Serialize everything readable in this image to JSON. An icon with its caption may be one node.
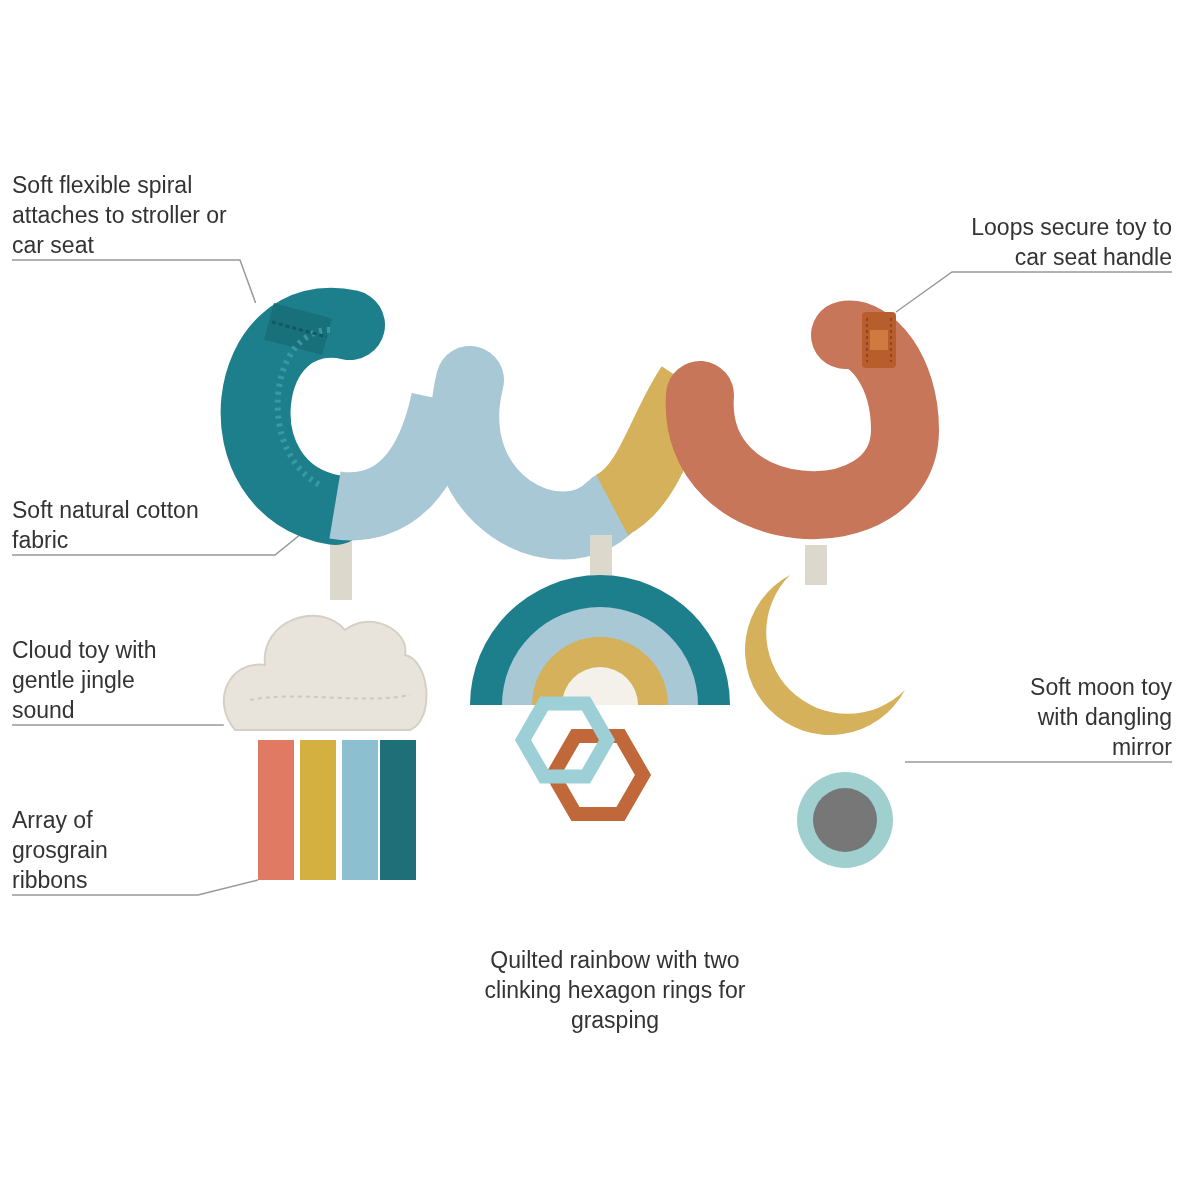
{
  "diagram": {
    "nodes": [
      {
        "text": [
          "Soft flexible spiral attaches to stroller or car seat"
        ]
      },
      {
        "text": [],
        "shape": "picture"
      },
      {
        "text": [
          "Loops secure toy to car seat handle"
        ]
      },
      {
        "text": [],
        "shape": "picture"
      },
      {
        "text": [
          "Soft natural cotton fabric"
        ]
      },
      {
        "text": [],
        "shape": "picture"
      },
      {
        "text": [
          "Cloud toy with gentle jingle sound"
        ]
      },
      {
        "text": [],
        "shape": "picture"
      },
      {
        "text": [
          "Soft moon toy with dangling mirror"
        ]
      },
      {
        "text": [],
        "shape": "picture"
      },
      {
        "text": [
          "Array of grosgrain ribbons"
        ]
      },
      {
        "text": [],
        "shape": "picture"
      }
    ],
    "edges": [
      {
        "from": 0,
        "to": 1,
        "arrow": "none"
      },
      {
        "from": 2,
        "to": 3,
        "arrow": "none"
      },
      {
        "from": 4,
        "to": 5,
        "arrow": "none"
      },
      {
        "from": 6,
        "to": 7,
        "arrow": "none"
      },
      {
        "from": 8,
        "to": 9,
        "arrow": "none"
      },
      {
        "from": 10,
        "to": 11,
        "arrow": "none"
      }
    ],
    "labels": [
      "Quilted rainbow with two clinking hexagon rings for grasping"
    ]
  }
}
